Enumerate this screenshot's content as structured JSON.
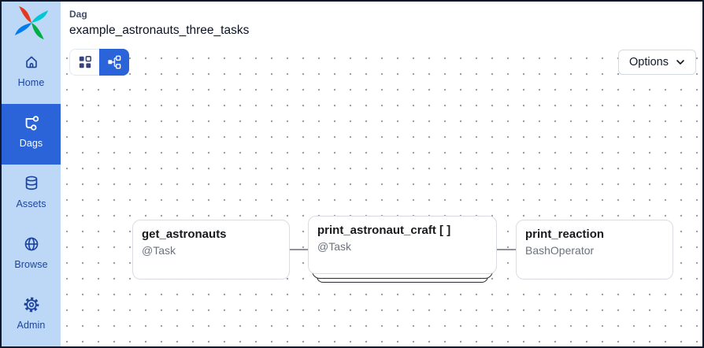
{
  "colors": {
    "accent_blue": "#2b63d9",
    "sidebar_bg": "#bdd8f7",
    "nav_text": "#1c449e",
    "frame_border": "#10182b",
    "node_border": "#d9dde3",
    "subtitle_gray": "#6c727c"
  },
  "header": {
    "eyebrow": "Dag",
    "title": "example_astronauts_three_tasks"
  },
  "sidebar": {
    "logo": "airflow-pinwheel-logo",
    "items": [
      {
        "label": "Home",
        "icon": "home-icon",
        "selected": false
      },
      {
        "label": "Dags",
        "icon": "dag-icon",
        "selected": true
      },
      {
        "label": "Assets",
        "icon": "database-icon",
        "selected": false
      },
      {
        "label": "Browse",
        "icon": "globe-icon",
        "selected": false
      },
      {
        "label": "Admin",
        "icon": "gear-icon",
        "selected": false
      }
    ]
  },
  "toolbar": {
    "view_buttons": [
      {
        "icon": "grid-view-icon",
        "selected": false
      },
      {
        "icon": "graph-view-icon",
        "selected": true
      }
    ],
    "options_label": "Options"
  },
  "graph": {
    "nodes": [
      {
        "title": "get_astronauts",
        "subtitle": "@Task",
        "mapped": false
      },
      {
        "title": "print_astronaut_craft [ ]",
        "subtitle": "@Task",
        "mapped": true
      },
      {
        "title": "print_reaction",
        "subtitle": "BashOperator",
        "mapped": false
      }
    ],
    "edges": [
      {
        "from": "get_astronauts",
        "to": "print_astronaut_craft"
      },
      {
        "from": "print_astronaut_craft",
        "to": "print_reaction"
      }
    ]
  }
}
